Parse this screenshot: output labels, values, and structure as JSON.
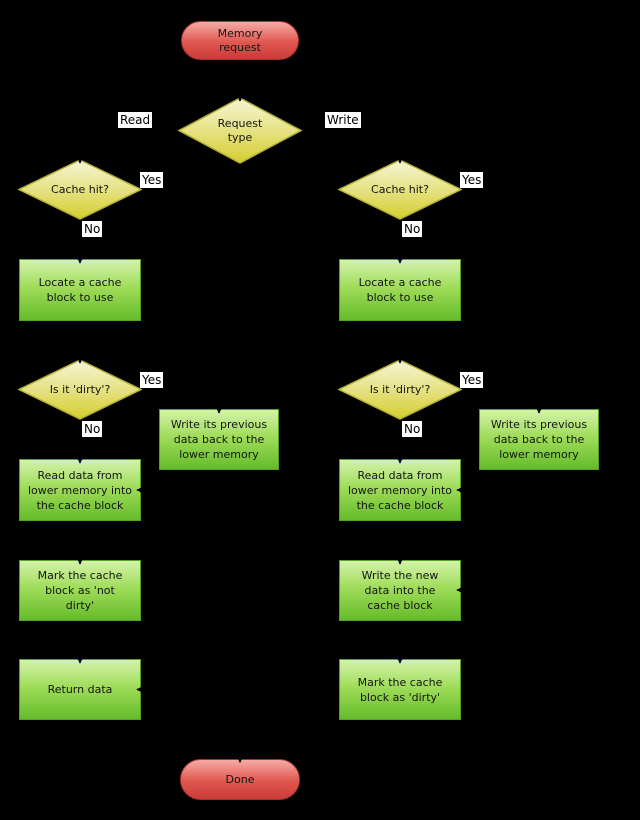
{
  "flowchart": {
    "start": "Memory request",
    "request_type": "Request type",
    "end": "Done",
    "edge_labels": {
      "read": "Read",
      "write": "Write",
      "yes": "Yes",
      "no": "No"
    },
    "read_branch": {
      "cache_hit": "Cache hit?",
      "locate": "Locate a cache block to use",
      "dirty": "Is it 'dirty'?",
      "write_back": "Write its previous data back to the lower memory",
      "read_data": "Read data from lower memory into the cache block",
      "mark": "Mark the cache block as 'not dirty'",
      "return": "Return data"
    },
    "write_branch": {
      "cache_hit": "Cache hit?",
      "locate": "Locate a cache block to use",
      "dirty": "Is it 'dirty'?",
      "write_back": "Write its previous data back to the lower memory",
      "read_data": "Read data from lower memory into the cache block",
      "write_new": "Write the new data into the cache block",
      "mark": "Mark the cache block as 'dirty'"
    }
  },
  "colors": {
    "background": "#000000",
    "process_top": "#d4f2ab",
    "process_bottom": "#66bb2b",
    "process_border": "#55a323",
    "decision_top": "#f6f6d8",
    "decision_bottom": "#d5ce2f",
    "decision_border": "#b4b136",
    "terminal_top": "#f5aba6",
    "terminal_bottom": "#ca3b38",
    "terminal_border": "#a93231",
    "edge_label_bg": "#ffffff",
    "connector": "#000000",
    "text": "#151515"
  }
}
